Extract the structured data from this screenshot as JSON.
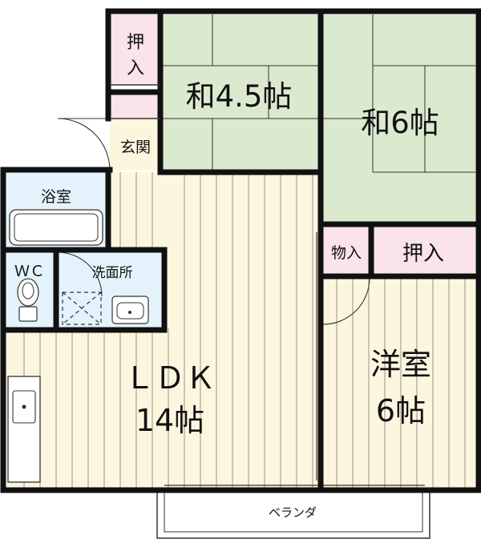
{
  "rooms": {
    "washitsu_small": {
      "name": "和4.5帖"
    },
    "washitsu_large": {
      "name": "和6帖"
    },
    "ldk": {
      "name": "ＬＤＫ",
      "size": "14帖"
    },
    "youshitsu": {
      "name": "洋室",
      "size": "6帖"
    },
    "bath": {
      "name": "浴室"
    },
    "wc": {
      "name": "ＷＣ"
    },
    "washroom": {
      "name": "洗面所"
    },
    "entrance": {
      "name": "玄関"
    },
    "closet_left": {
      "name_line1": "押",
      "name_line2": "入"
    },
    "closet_right": {
      "name": "押入"
    },
    "storage": {
      "name": "物入"
    }
  },
  "balcony": {
    "label": "ベランダ"
  },
  "colors": {
    "tatami": "#dbe9cf",
    "floor": "#fdf6de",
    "closet": "#fbe3ea",
    "bath": "#e4f3fb",
    "wall": "#111111"
  }
}
